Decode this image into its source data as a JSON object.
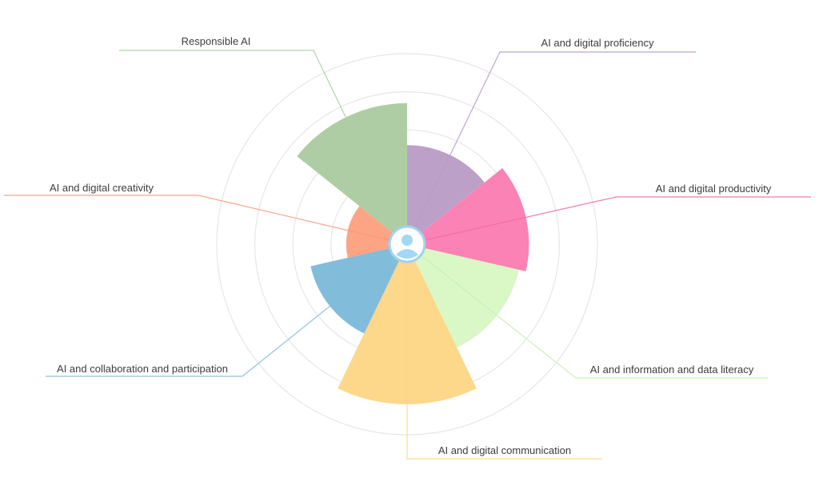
{
  "chart_data": {
    "type": "polar-area",
    "title": "",
    "rmax": 5,
    "rings": [
      1,
      2,
      3,
      4,
      5
    ],
    "grid": true,
    "center_icon": "user-avatar-icon",
    "categories": [
      "AI and digital proficiency",
      "AI and digital productivity",
      "AI and information and data literacy",
      "AI and digital communication",
      "AI and collaboration and participation",
      "AI and digital creativity",
      "Responsible AI"
    ],
    "values": [
      2.6,
      3.2,
      3.0,
      4.2,
      2.6,
      1.6,
      3.7
    ],
    "colors": [
      "#bca0c8",
      "#fb82b4",
      "#d9f8c6",
      "#fdd78a",
      "#81bcdb",
      "#fca484",
      "#afcda4"
    ],
    "line_colors": [
      "#b89cc8",
      "#f06aa8",
      "#c6efb0",
      "#fcd58a",
      "#7fbfe0",
      "#fb9a7a",
      "#a6d09a"
    ]
  }
}
